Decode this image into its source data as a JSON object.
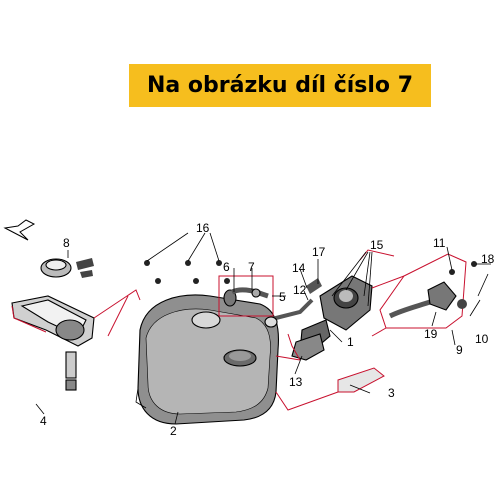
{
  "banner": {
    "text": "Na obrázku díl číslo 7",
    "color": "#f6be1e"
  },
  "callouts": [
    "1",
    "2",
    "3",
    "4",
    "5",
    "6",
    "7",
    "8",
    "9",
    "10",
    "11",
    "12",
    "13",
    "14",
    "15",
    "16",
    "17",
    "18",
    "19"
  ],
  "colors": {
    "leader": "#c8102e",
    "outline": "#000000",
    "shade": "#9a9a9a"
  },
  "icons": [
    "front-direction-arrow-icon"
  ]
}
